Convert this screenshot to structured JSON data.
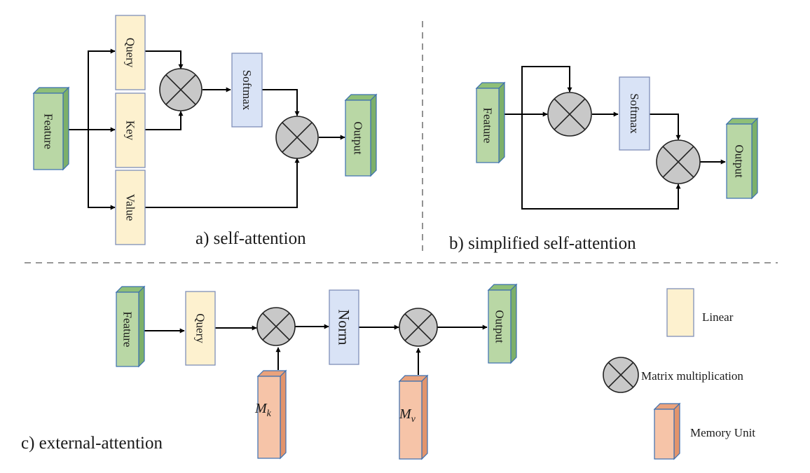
{
  "panels": {
    "a": {
      "caption": "a) self-attention",
      "feature": "Feature",
      "query": "Query",
      "key": "Key",
      "value": "Value",
      "softmax": "Softmax",
      "output": "Output"
    },
    "b": {
      "caption": "b) simplified self-attention",
      "feature": "Feature",
      "softmax": "Softmax",
      "output": "Output"
    },
    "c": {
      "caption": "c) external-attention",
      "feature": "Feature",
      "query": "Query",
      "norm": "Norm",
      "output": "Output",
      "mk_base": "M",
      "mk_sub": "k",
      "mv_base": "M",
      "mv_sub": "v"
    }
  },
  "legend": {
    "linear": "Linear",
    "matmul": "Matrix multiplication",
    "memory": "Memory Unit"
  },
  "colors": {
    "linear": "#fdf1cf",
    "softmax_norm": "#d9e3f6",
    "feature_output": "#b9d7a5",
    "memory_unit": "#f6c4a8",
    "matrix_multiplication": "#c8c8c8"
  }
}
